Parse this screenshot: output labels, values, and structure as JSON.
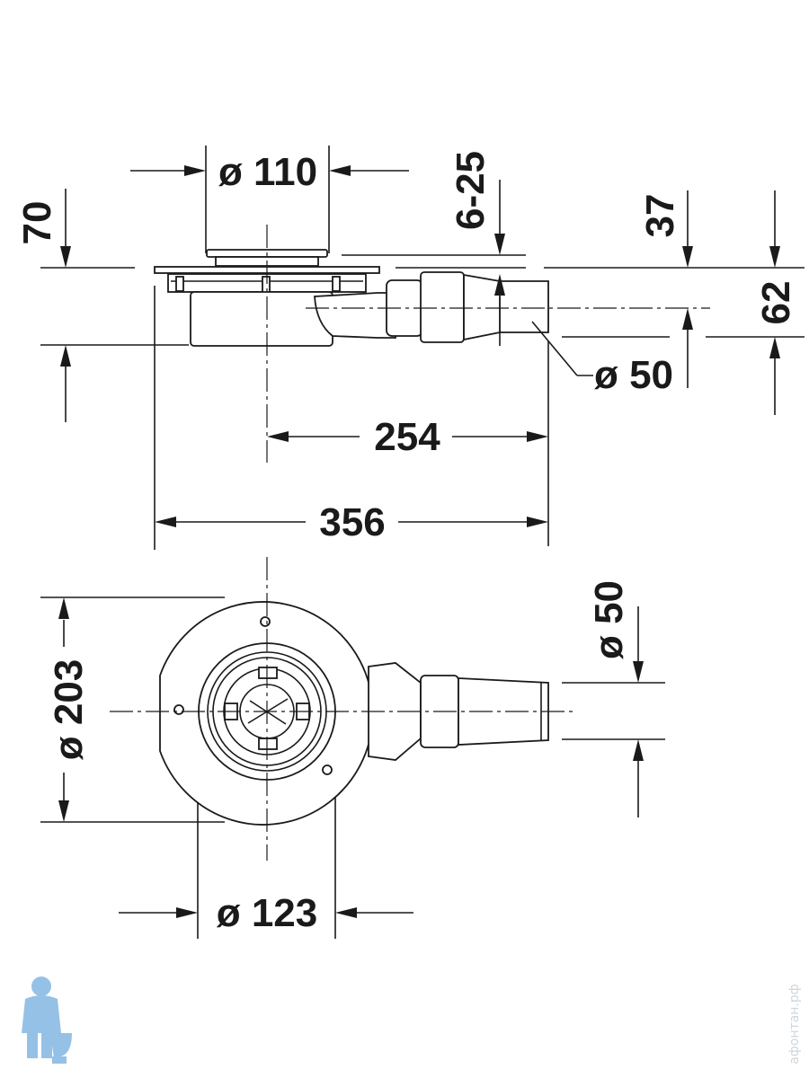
{
  "colors": {
    "line": "#1a1a1a",
    "background": "#ffffff",
    "mascot": "#3f8fd2",
    "watermark": "#cfd6de"
  },
  "side_view": {
    "dim_outlet_top": "ø 110",
    "dim_height_total": "70",
    "dim_adjust_range": "6-25",
    "dim_outlet_axis": "37",
    "dim_outlet_height": "62",
    "dim_pipe": "ø 50",
    "dim_outlet_offset": "254",
    "dim_overall_length": "356"
  },
  "top_view": {
    "dim_flange": "ø 203",
    "dim_pipe": "ø 50",
    "dim_grate": "ø 123"
  },
  "watermark": {
    "text": "афонтан.рф",
    "logo": "plumber-mascot-logo"
  }
}
